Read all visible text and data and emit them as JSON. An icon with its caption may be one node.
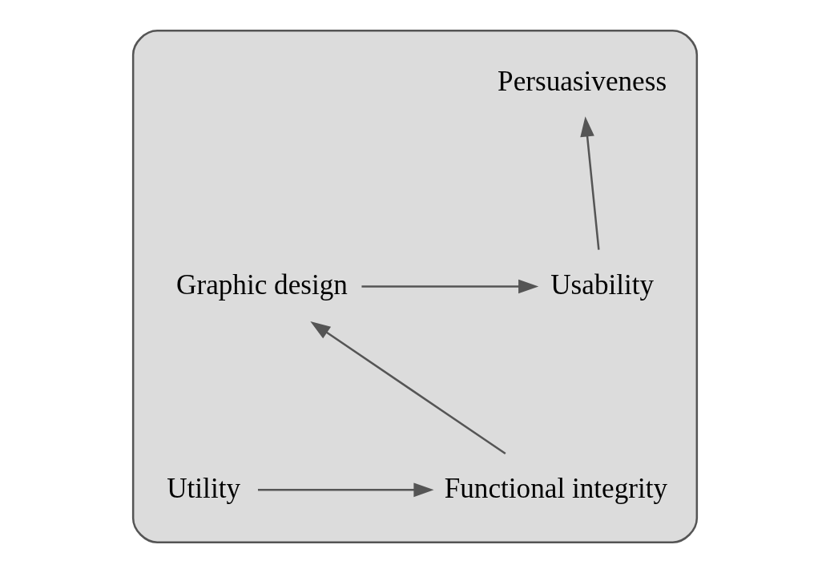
{
  "diagram": {
    "nodes": [
      {
        "text": [],
        "shape": "triangle"
      },
      {
        "text": [
          "Persuasiveness"
        ],
        "in": 0
      },
      {
        "text": [
          "Usability"
        ],
        "in": 0
      },
      {
        "text": [
          "Graphic design"
        ],
        "in": 0
      },
      {
        "text": [
          "Utility"
        ],
        "in": 0
      },
      {
        "text": [
          "Functional integrity"
        ],
        "in": 0
      }
    ],
    "edges": [
      {
        "from": 4,
        "to": 5,
        "arrow": "to"
      },
      {
        "from": 5,
        "to": 3,
        "arrow": "to"
      },
      {
        "from": 3,
        "to": 2,
        "arrow": "to"
      },
      {
        "from": 2,
        "to": 1,
        "arrow": "to"
      }
    ]
  }
}
